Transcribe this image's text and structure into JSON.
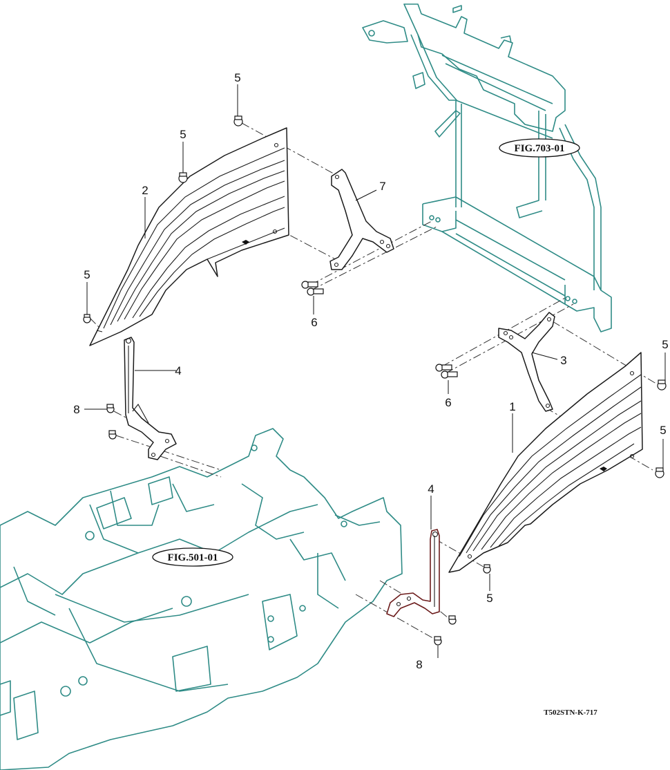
{
  "figure_refs": {
    "upper": "FIG.703-01",
    "lower": "FIG.501-01"
  },
  "callouts": {
    "c1": "1",
    "c2": "2",
    "c3": "3",
    "c4a": "4",
    "c4b": "4",
    "c5a": "5",
    "c5b": "5",
    "c5c": "5",
    "c5d": "5",
    "c5e": "5",
    "c5f": "5",
    "c6a": "6",
    "c6b": "6",
    "c7": "7",
    "c8a": "8",
    "c8b": "8"
  },
  "drawing_code": "T502STN-K-717",
  "colors": {
    "frame_lines": "#2e8b86",
    "parts": "#1a1a1a",
    "stay_accent": "#6b1a1a"
  }
}
